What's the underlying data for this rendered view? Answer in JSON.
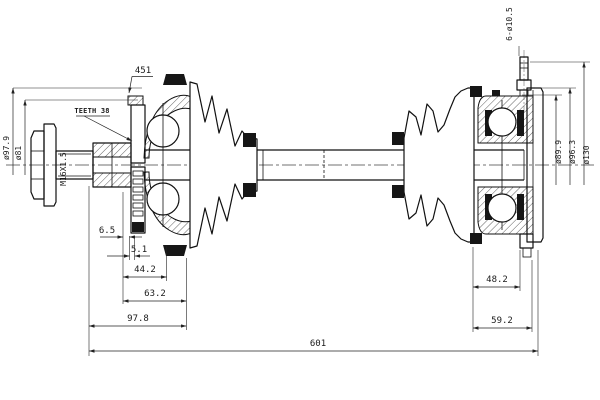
{
  "drawing": {
    "type": "technical-drawing-drive-shaft",
    "colors": {
      "line": "#161616",
      "dimension": "#222222",
      "background": "#ffffff"
    },
    "labels": {
      "ring": "451",
      "teeth": "TEETH 38",
      "thread": "M16X1.5",
      "stud_holes": "6-ø10.5"
    },
    "diameters_left": [
      "ø97.9",
      "ø81"
    ],
    "diameters_right": [
      "ø89.9",
      "ø96.3",
      "ø130"
    ],
    "lengths_left": [
      "6.5",
      "5.1",
      "44.2",
      "63.2",
      "97.8"
    ],
    "lengths_right": [
      "48.2",
      "59.2"
    ],
    "overall_length": "601"
  }
}
